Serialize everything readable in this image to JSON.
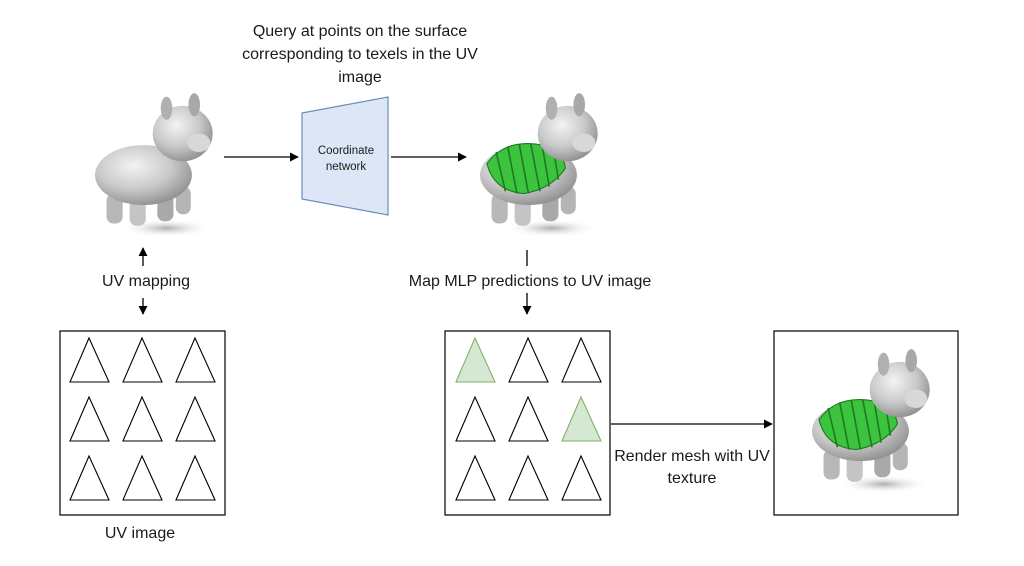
{
  "labels": {
    "query": "Query at points on the surface corresponding to texels in the UV image",
    "coordinate_network": "Coordinate network",
    "uv_mapping": "UV mapping",
    "map_mlp": "Map MLP predictions to UV image",
    "uv_image": "UV image",
    "render_mesh": "Render mesh with UV texture"
  },
  "colors": {
    "network_fill": "#dce6f7",
    "network_stroke": "#6c8ebf",
    "highlight_fill": "#d5e8d4",
    "highlight_stroke": "#82b366",
    "texture_green": "#37c43a"
  }
}
